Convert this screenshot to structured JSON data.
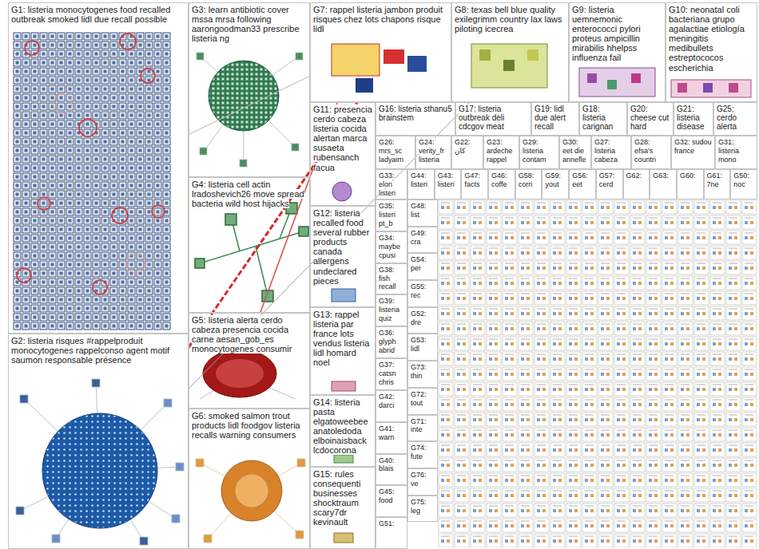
{
  "diagram": {
    "nodes": [
      {
        "text": [
          "G1: listeria monocytogenes food recalled outbreak smoked lidl due recall possible"
        ]
      },
      {
        "text": [
          "G2: listeria risques #rappelproduit monocytogenes rappelconso agent motif saumon responsable présence"
        ]
      },
      {
        "text": [
          "G3: learn antibiotic cover mssa mrsa following aarongoodman33 prescribe listeria ng"
        ]
      },
      {
        "text": [
          "G4: listeria cell actin lradoshevich26 move spread bacteria wild host hijacks"
        ]
      },
      {
        "text": [
          "G5: listeria alerta cerdo cabeza presencia cocida carne aesan_gob_es monocytogenes consumir"
        ]
      },
      {
        "text": [
          "G6: smoked salmon trout products lidl foodgov listeria recalls warning consumers"
        ]
      },
      {
        "text": [
          "G7: rappel listeria jambon produit risques chez lots chapons risque lidl"
        ]
      },
      {
        "text": [
          "G8: texas bell blue quality exilegrimm country lax laws piloting icecrea"
        ]
      },
      {
        "text": [
          "G9: listeria uemnemonic enterococci pylori proteus ampicillin mirabilis hhelpss influenza fail"
        ]
      },
      {
        "text": [
          "G10: neonatal coli bacteriana grupo agalactiae etiología meningitis medibullets estreptococos escherichia"
        ]
      },
      {
        "text": [
          "G11: presencia cerdo cabeza listeria cocida alertan marca susaeta rubensanch facua"
        ]
      },
      {
        "text": [
          "G12: listeria recalled food several rubber products canada allergens undeclared pieces"
        ]
      },
      {
        "text": [
          "G13: rappel listeria par france lots vendus listeria lidl homard noel"
        ]
      },
      {
        "text": [
          "G14: listeria pasta elgatoweebee anatoledoda elboinaisback lcdocorona"
        ]
      },
      {
        "text": [
          "G15: rules consequenti businesses shocktraum scary7dr kevinault"
        ]
      },
      {
        "text": [
          "G16: listeria sthanu5 brainstem"
        ]
      },
      {
        "text": [
          "G17: listeria outbreak deli cdcgov meat"
        ]
      },
      {
        "text": [
          "G19: lidl due alert recall"
        ]
      },
      {
        "text": [
          "G18: listeria carignan"
        ]
      },
      {
        "text": [
          "G20: cheese cut hard"
        ]
      },
      {
        "text": [
          "G21: listeria disease"
        ]
      },
      {
        "text": [
          "G25: cerdo alerta"
        ]
      },
      {
        "text": [
          "G26: mrs_sc ladyaim"
        ]
      },
      {
        "text": [
          "G24: verity_fr listeria"
        ]
      },
      {
        "text": [
          "G22: كان"
        ]
      },
      {
        "text": [
          "G23: ardeche rappel"
        ]
      },
      {
        "text": [
          "G29: listeria contam"
        ]
      },
      {
        "text": [
          "G30: eet die annefle"
        ]
      },
      {
        "text": [
          "G27: listeria cabeza"
        ]
      },
      {
        "text": [
          "G28: efsa's countri"
        ]
      },
      {
        "text": [
          "G32: sudou france"
        ]
      },
      {
        "text": [
          "G31: listeria mono"
        ]
      },
      {
        "text": [
          "G44: listeri"
        ]
      },
      {
        "text": [
          "G43: listeri"
        ]
      },
      {
        "text": [
          "G47: facts"
        ]
      },
      {
        "text": [
          "G46: coffe"
        ]
      },
      {
        "text": [
          "G58: corri"
        ]
      },
      {
        "text": [
          "G59: yout"
        ]
      },
      {
        "text": [
          "G56: eet"
        ]
      },
      {
        "text": [
          "G57: cerd"
        ]
      },
      {
        "text": [
          "G62:"
        ]
      },
      {
        "text": [
          "G63:"
        ]
      },
      {
        "text": [
          "G60:"
        ]
      },
      {
        "text": [
          "G61: 7ne"
        ]
      },
      {
        "text": [
          "G50: noc"
        ]
      },
      {
        "text": [
          "G33: elon listeri"
        ]
      },
      {
        "text": [
          "G35: listeri pt_b"
        ]
      },
      {
        "text": [
          "G34: maybe cpusi"
        ]
      },
      {
        "text": [
          "G38: fish recall"
        ]
      },
      {
        "text": [
          "G39: listeria quiz"
        ]
      },
      {
        "text": [
          "G36: glyph abrid"
        ]
      },
      {
        "text": [
          "G37: catsn chris"
        ]
      },
      {
        "text": [
          "G42: darci"
        ]
      },
      {
        "text": [
          "G41: warn"
        ]
      },
      {
        "text": [
          "G40: blais"
        ]
      },
      {
        "text": [
          "G45: food"
        ]
      },
      {
        "text": [
          "G51:"
        ]
      },
      {
        "text": [
          "G48: list"
        ]
      },
      {
        "text": [
          "G49: cra"
        ]
      },
      {
        "text": [
          "G54: per"
        ]
      },
      {
        "text": [
          "G55: rec"
        ]
      },
      {
        "text": [
          "G52: dre"
        ]
      },
      {
        "text": [
          "G53: lidl"
        ]
      },
      {
        "text": [
          "G73: thin"
        ]
      },
      {
        "text": [
          "G72: tout"
        ]
      },
      {
        "text": [
          "G71: inte"
        ]
      },
      {
        "text": [
          "G74: fute"
        ]
      },
      {
        "text": [
          "G76: ve"
        ]
      },
      {
        "text": [
          "G75: leg"
        ]
      }
    ],
    "edges": [
      {
        "from": 1,
        "to": 6,
        "arrow": "none"
      },
      {
        "from": 4,
        "to": 6,
        "arrow": "none"
      },
      {
        "from": 1,
        "to": 7,
        "arrow": "none"
      },
      {
        "from": 0,
        "to": 6,
        "arrow": "none"
      }
    ]
  }
}
